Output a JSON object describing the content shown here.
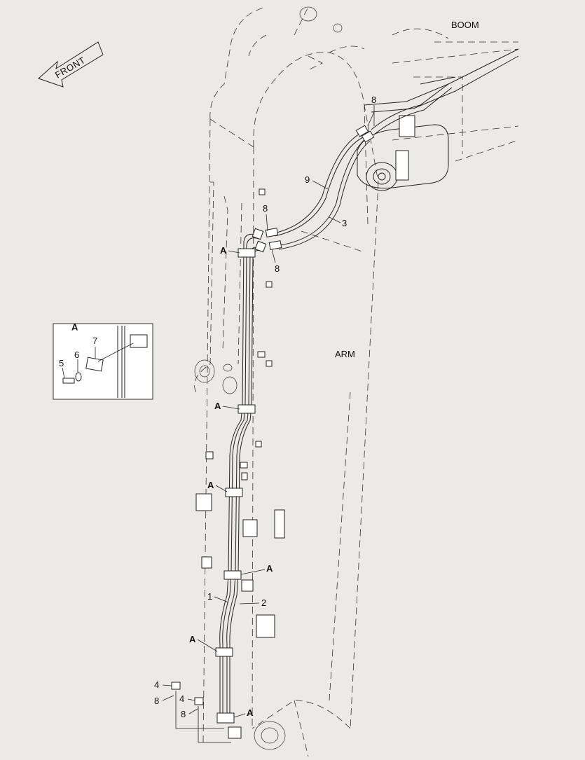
{
  "labels": {
    "front": "FRONT",
    "boom": "BOOM",
    "arm": "ARM",
    "detail_title": "A",
    "detail_5": "5",
    "detail_6": "6",
    "detail_7": "7",
    "p8_top": "8",
    "p9": "9",
    "p3": "3",
    "p8_a": "8",
    "p8_b": "8",
    "p1": "1",
    "p2": "2",
    "p4_a": "4",
    "p4_b": "4",
    "p8_c": "8",
    "p8_d": "8",
    "clampA": "A"
  },
  "colors": {
    "background": "#eceae6",
    "line": "#222222"
  }
}
